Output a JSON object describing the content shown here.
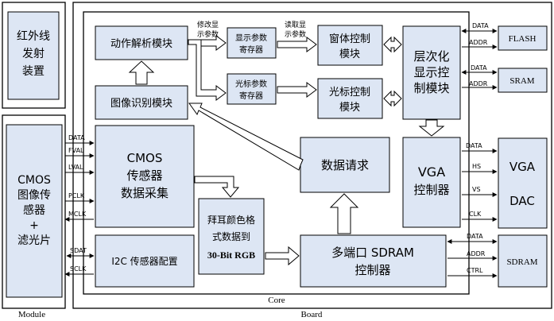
{
  "frames": {
    "module": "Module",
    "board": "Board",
    "core": "Core"
  },
  "blocks": {
    "ir": [
      "红外线",
      "发射",
      "装置"
    ],
    "cmos_module": [
      "CMOS",
      "图像传",
      "感器",
      "+",
      "滤光片"
    ],
    "action_parse": "动作解析模块",
    "display_reg": [
      "显示参数",
      "寄存器"
    ],
    "cursor_reg": [
      "光标参数",
      "寄存器"
    ],
    "window_ctrl": [
      "窗体控制",
      "模块"
    ],
    "cursor_ctrl": [
      "光标控制",
      "模块"
    ],
    "layer_ctrl": [
      "层次化",
      "显示控",
      "制模块"
    ],
    "image_recog": "图像识别模块",
    "cmos_capture": [
      "CMOS",
      "传感器",
      "数据采集"
    ],
    "data_request": "数据请求",
    "vga_ctrl": [
      "VGA",
      "控制器"
    ],
    "vga_dac": [
      "VGA",
      "DAC"
    ],
    "bayer": [
      "拜耳颜色格",
      "式数据到",
      "30-Bit RGB"
    ],
    "i2c_config": "I2C 传感器配置",
    "sdram_ctrl": [
      "多端口 SDRAM",
      "控制器"
    ],
    "flash": "FLASH",
    "sram": "SRAM",
    "sdram": "SDRAM"
  },
  "labels": {
    "modify_params": [
      "修改显",
      "示参数"
    ],
    "read_params": [
      "读取显",
      "示参数"
    ],
    "cmos_signals": [
      "DATA",
      "FVAL",
      "LVAL",
      "PCLK",
      "MCLK"
    ],
    "i2c_signals": [
      "SDAT",
      "SCLK"
    ],
    "flash_signals": [
      "DATA",
      "ADDR"
    ],
    "sram_signals": [
      "DATA",
      "ADDR"
    ],
    "vga_signals": [
      "DATA",
      "HS",
      "VS",
      "CLK"
    ],
    "sdram_signals": [
      "DATA",
      "ADDR",
      "CTRL"
    ]
  }
}
